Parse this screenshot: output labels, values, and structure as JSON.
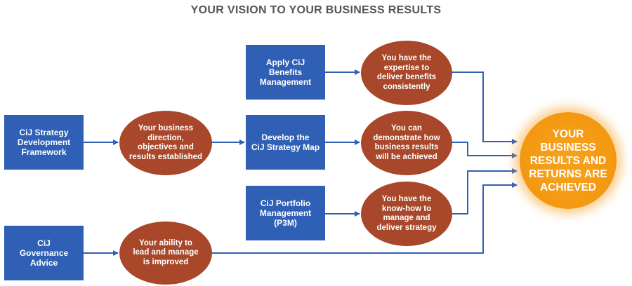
{
  "title": "YOUR VISION TO YOUR BUSINESS RESULTS",
  "colors": {
    "box": "#2f60b5",
    "oval": "#a8472a",
    "result": "#f39a12",
    "arrow": "#2f60b5"
  },
  "nodes": {
    "strategy_framework": "CiJ Strategy\nDevelopment\nFramework",
    "governance_advice": "CiJ\nGovernance\nAdvice",
    "benefits_management": "Apply CiJ\nBenefits\nManagement",
    "strategy_map": "Develop the\nCiJ Strategy Map",
    "portfolio_management": "CiJ Portfolio\nManagement\n(P3M)",
    "direction_established": "Your business\ndirection,\nobjectives and\nresults established",
    "lead_manage": "Your ability to\nlead and manage\nis improved",
    "expertise_benefits": "You have the\nexpertise to\ndeliver benefits\nconsistently",
    "demonstrate_results": "You can\ndemonstrate how\nbusiness results\nwill be achieved",
    "know_how": "You have the\nknow-how to\nmanage and\ndeliver strategy",
    "results_achieved": "YOUR\nBUSINESS\nRESULTS AND\nRETURNS ARE\nACHIEVED"
  }
}
